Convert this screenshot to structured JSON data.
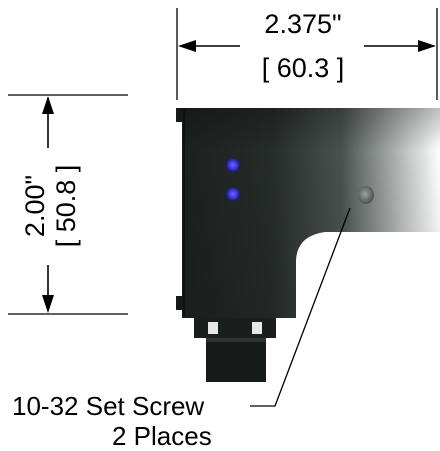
{
  "dimensions": {
    "width_inch": "2.375\"",
    "width_mm": "[ 60.3 ]",
    "height_inch": "2.00\"",
    "height_mm": "[ 50.8 ]"
  },
  "callout": {
    "line1": "10-32 Set Screw",
    "line2": "2 Places"
  },
  "colors": {
    "body_dark": "#1e2320",
    "body_mid": "#3a4140",
    "fade_end": "#ffffff",
    "led": "#3a36d8",
    "line": "#000000"
  }
}
